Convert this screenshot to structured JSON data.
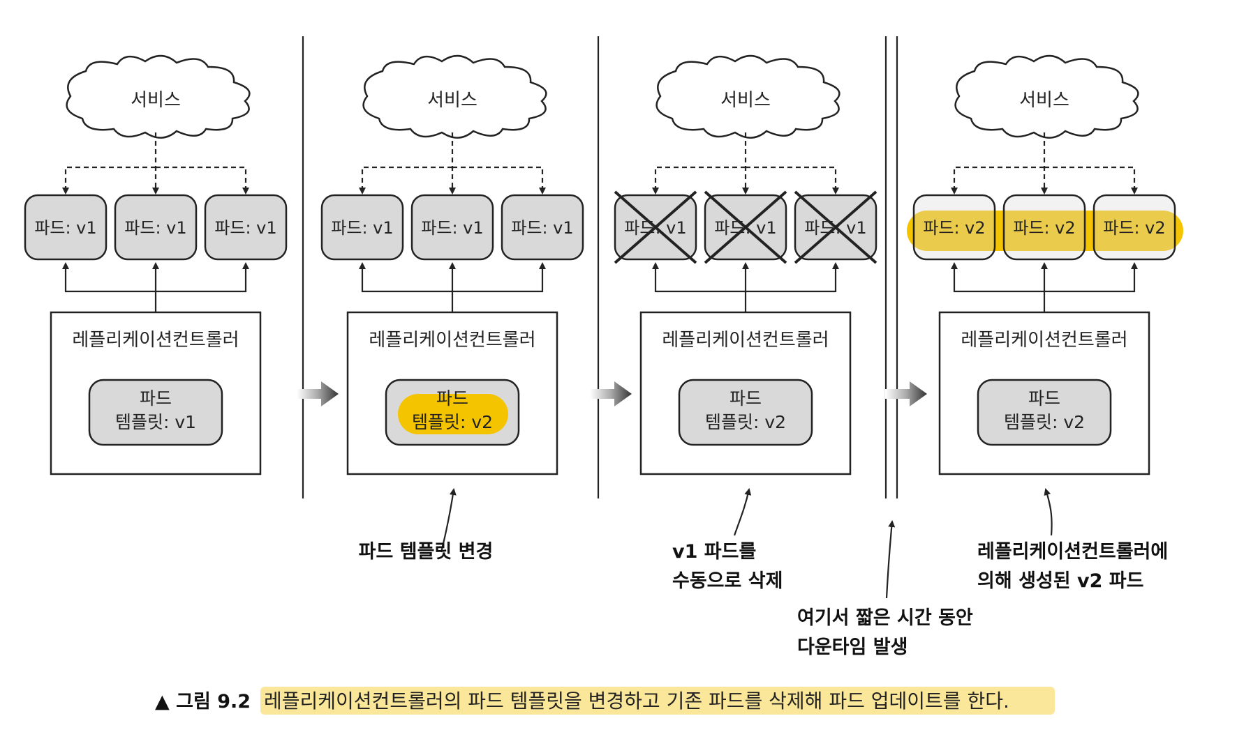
{
  "panels": [
    {
      "service": "서비스",
      "pods": [
        "파드: v1",
        "파드: v1",
        "파드: v1"
      ],
      "rc_title": "레플리케이션컨트롤러",
      "template_line1": "파드",
      "template_line2": "템플릿: v1"
    },
    {
      "service": "서비스",
      "pods": [
        "파드: v1",
        "파드: v1",
        "파드: v1"
      ],
      "rc_title": "레플리케이션컨트롤러",
      "template_line1": "파드",
      "template_line2": "템플릿: v2"
    },
    {
      "service": "서비스",
      "pods": [
        "파드: v1",
        "파드: v1",
        "파드: v1"
      ],
      "rc_title": "레플리케이션컨트롤러",
      "template_line1": "파드",
      "template_line2": "템플릿: v2"
    },
    {
      "service": "서비스",
      "pods": [
        "파드: v2",
        "파드: v2",
        "파드: v2"
      ],
      "rc_title": "레플리케이션컨트롤러",
      "template_line1": "파드",
      "template_line2": "템플릿: v2"
    }
  ],
  "annotations": {
    "change_template": "파드 템플릿 변경",
    "delete_manual_1": "v1 파드를",
    "delete_manual_2": "수동으로 삭제",
    "downtime_1": "여기서 짧은 시간 동안",
    "downtime_2": "다운타임 발생",
    "new_pods_1": "레플리케이션컨트롤러에",
    "new_pods_2": "의해 생성된 v2 파드"
  },
  "caption": {
    "prefix": "▲ 그림 9.2",
    "text": "레플리케이션컨트롤러의 파드 템플릿을 변경하고 기존 파드를 삭제해 파드 업데이트를 한다."
  },
  "colors": {
    "highlight": "#f5c400",
    "caption_highlight": "#fbe79a",
    "pod_fill": "#d9d9d9"
  }
}
